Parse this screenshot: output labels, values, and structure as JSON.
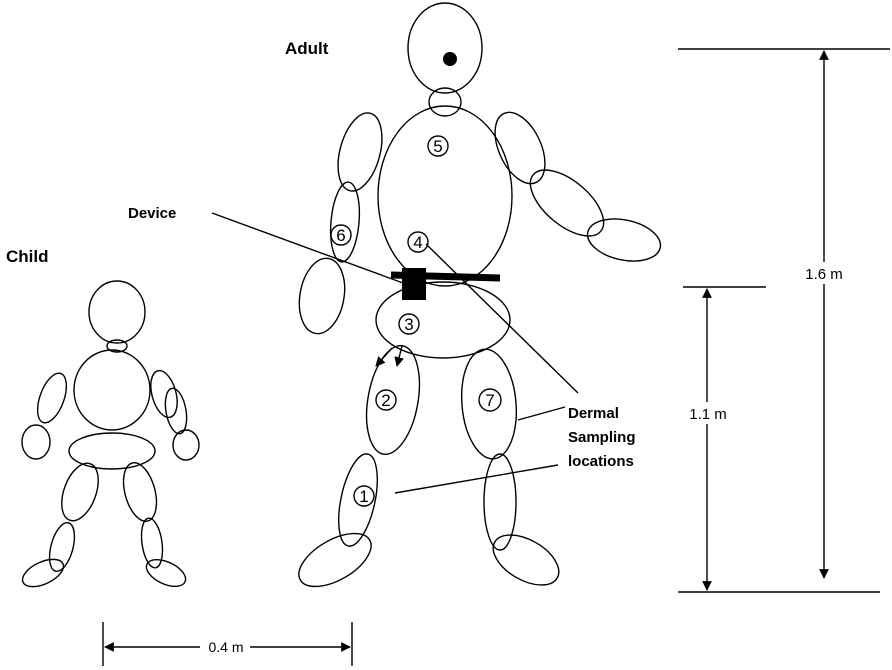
{
  "labels": {
    "adult": "Adult",
    "child": "Child",
    "device": "Device",
    "dermal_line1": "Dermal",
    "dermal_line2": "Sampling",
    "dermal_line3": "locations"
  },
  "dimensions": {
    "adult_height": "1.6 m",
    "device_height": "1.1 m",
    "width": "0.4 m"
  },
  "sampling_locations": [
    "1",
    "2",
    "3",
    "4",
    "5",
    "6",
    "7"
  ]
}
